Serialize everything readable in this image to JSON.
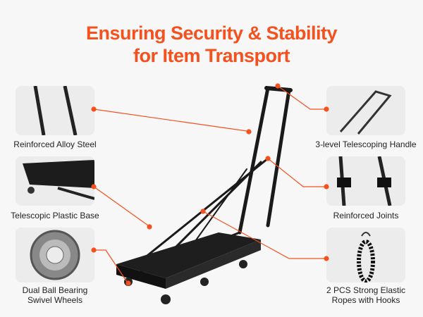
{
  "title": {
    "line1": "Ensuring Security & Stability",
    "line2": "for Item Transport"
  },
  "accent_color": "#f4511e",
  "features": {
    "alloy_steel": "Reinforced Alloy Steel",
    "plastic_base": "Telescopic Plastic Base",
    "wheels_1": "Dual Ball Bearing",
    "wheels_2": "Swivel Wheels",
    "handle": "3-level Telescoping Handle",
    "joints": "Reinforced Joints",
    "ropes_1": "2 PCS Strong Elastic",
    "ropes_2": "Ropes with Hooks"
  }
}
